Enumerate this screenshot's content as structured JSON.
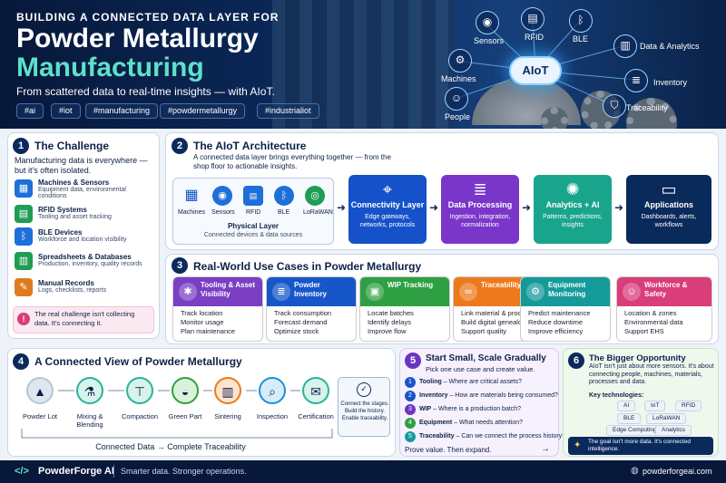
{
  "hero": {
    "kicker": "BUILDING A CONNECTED DATA LAYER FOR",
    "title_line1": "Powder Metallurgy",
    "title_line2": "Manufacturing",
    "subtitle": "From scattered data to real-time insights — with AIoT.",
    "tags": [
      "#ai",
      "#iot",
      "#manufacturing",
      "#powdermetallurgy",
      "#industrialiot"
    ],
    "hub": "AIoT",
    "nodes": [
      "Sensors",
      "RFID",
      "BLE",
      "Data & Analytics",
      "Inventory",
      "Traceability",
      "People",
      "Machines"
    ]
  },
  "challenge": {
    "num": "1",
    "title": "The Challenge",
    "intro": "Manufacturing data is everywhere — but it's often isolated.",
    "items": [
      {
        "title": "Machines & Sensors",
        "desc": "Equipment data, environmental conditions",
        "color": "#1e6fd9"
      },
      {
        "title": "RFID Systems",
        "desc": "Tooling and asset tracking",
        "color": "#1f9d55"
      },
      {
        "title": "BLE Devices",
        "desc": "Workforce and location visibility",
        "color": "#1e6fd9"
      },
      {
        "title": "Spreadsheets & Databases",
        "desc": "Production, inventory, quality records",
        "color": "#1f9d55"
      },
      {
        "title": "Manual Records",
        "desc": "Logs, checklists, reports",
        "color": "#e07a1f"
      }
    ],
    "callout": "The real challenge isn't collecting data. It's connecting it."
  },
  "architecture": {
    "num": "2",
    "title": "The AIoT Architecture",
    "intro": "A connected data layer brings everything together — from the shop floor to actionable insights.",
    "physical_items": [
      "Machines",
      "Sensors",
      "RFID",
      "BLE",
      "LoRaWAN"
    ],
    "physical_title": "Physical Layer",
    "physical_desc": "Connected devices & data sources",
    "stages": [
      {
        "title": "Connectivity Layer",
        "desc": "Edge gateways, networks, protocols",
        "color": "#1552c9"
      },
      {
        "title": "Data Processing",
        "desc": "Ingestion, integration, normalization",
        "color": "#7a36c9"
      },
      {
        "title": "Analytics + AI",
        "desc": "Patterns, predictions, insights",
        "color": "#19a58c"
      },
      {
        "title": "Applications",
        "desc": "Dashboards, alerts, workflows",
        "color": "#0b2a5c"
      }
    ]
  },
  "usecases": {
    "num": "3",
    "title": "Real-World Use Cases in Powder Metallurgy",
    "cards": [
      {
        "title": "Tooling & Asset Visibility",
        "color": "#7b3fc4",
        "items": [
          "Track location",
          "Monitor usage",
          "Plan maintenance"
        ]
      },
      {
        "title": "Powder Inventory",
        "color": "#1656c9",
        "items": [
          "Track consumption",
          "Forecast demand",
          "Optimize stock"
        ]
      },
      {
        "title": "WIP Tracking",
        "color": "#2ea043",
        "items": [
          "Locate batches",
          "Identify delays",
          "Improve flow"
        ]
      },
      {
        "title": "Traceability",
        "color": "#ec7a1c",
        "items": [
          "Link material & process",
          "Build digital genealogy",
          "Support quality"
        ]
      },
      {
        "title": "Equipment Monitoring",
        "color": "#159a9a",
        "items": [
          "Predict maintenance",
          "Reduce downtime",
          "Improve efficiency"
        ]
      },
      {
        "title": "Workforce & Safety",
        "color": "#d93d7a",
        "items": [
          "Location & zones",
          "Environmental data",
          "Support EHS"
        ]
      }
    ]
  },
  "connected": {
    "num": "4",
    "title": "A Connected View of Powder Metallurgy",
    "steps": [
      "Powder Lot",
      "Mixing & Blending",
      "Compaction",
      "Green Part",
      "Sintering",
      "Inspection",
      "Certification"
    ],
    "side_note": "Connect the stages. Build the history. Enable traceability.",
    "footer": "Connected Data → Complete Traceability"
  },
  "start": {
    "num": "5",
    "title": "Start Small, Scale Gradually",
    "intro": "Pick one use case and create value.",
    "items": [
      {
        "n": "1",
        "label": "Tooling",
        "desc": "– Where are critical assets?"
      },
      {
        "n": "2",
        "label": "Inventory",
        "desc": "– How are materials being consumed?"
      },
      {
        "n": "3",
        "label": "WIP",
        "desc": "– Where is a production batch?"
      },
      {
        "n": "4",
        "label": "Equipment",
        "desc": "– What needs attention?"
      },
      {
        "n": "5",
        "label": "Traceability",
        "desc": "– Can we connect the process history?"
      }
    ],
    "footer": "Prove value. Then expand."
  },
  "bigger": {
    "num": "6",
    "title": "The Bigger Opportunity",
    "text": "AIoT isn't just about more sensors. It's about connecting people, machines, materials, processes and data.",
    "key_label": "Key technologies:",
    "chips": [
      "AI",
      "IoT",
      "RFID",
      "BLE",
      "LoRaWAN",
      "Edge Computing",
      "Analytics"
    ],
    "callout": "The goal isn't more data. It's connected intelligence."
  },
  "footer": {
    "brand": "PowderForge AI",
    "tagline": "Smarter data. Stronger operations.",
    "url": "powderforgeai.com"
  }
}
